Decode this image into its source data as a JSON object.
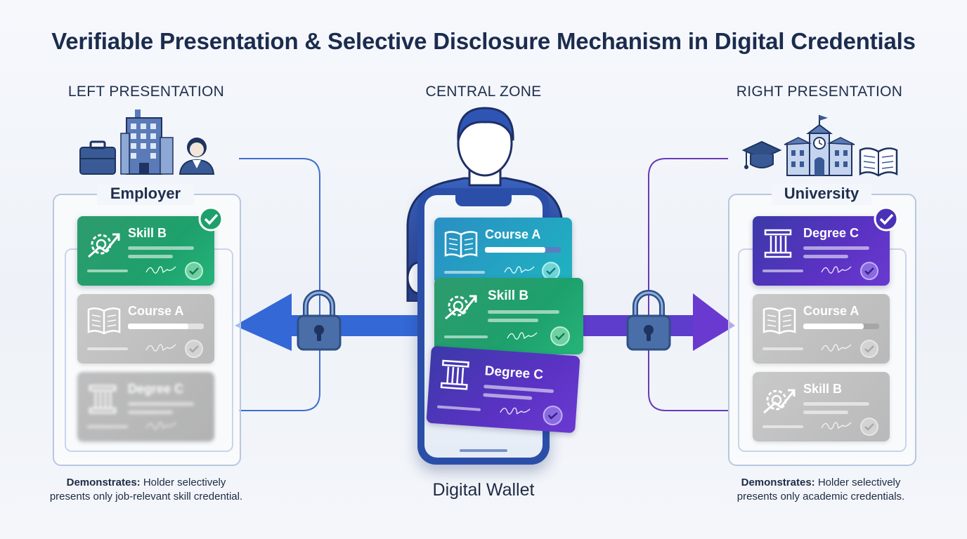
{
  "title": "Verifiable Presentation & Selective Disclosure Mechanism in Digital Credentials",
  "zones": {
    "left": "LEFT PRESENTATION",
    "center": "CENTRAL ZONE",
    "right": "RIGHT PRESENTATION"
  },
  "left_panel": {
    "entity": "Employer",
    "cards": [
      {
        "label": "Skill B",
        "state": "disclosed"
      },
      {
        "label": "Course A",
        "state": "hidden"
      },
      {
        "label": "Degree C",
        "state": "hidden"
      }
    ],
    "caption_bold": "Demonstrates:",
    "caption_line1": " Holder selectively",
    "caption_line2": "presents only job-relevant skill credential."
  },
  "center": {
    "wallet_cards": [
      {
        "label": "Course A"
      },
      {
        "label": "Skill B"
      },
      {
        "label": "Degree C"
      }
    ],
    "wallet_label": "Digital Wallet"
  },
  "right_panel": {
    "entity": "University",
    "cards": [
      {
        "label": "Degree C",
        "state": "disclosed"
      },
      {
        "label": "Course A",
        "state": "hidden"
      },
      {
        "label": "Skill B",
        "state": "hidden"
      }
    ],
    "caption_bold": "Demonstrates:",
    "caption_line1": " Holder selectively",
    "caption_line2": "presents only academic credentials."
  },
  "colors": {
    "title": "#1b2c4e",
    "left_arrow": "#3468d6",
    "right_arrow": "#6a3ad0",
    "skill_card": "#1ea06c",
    "course_card": "#1fb3c0",
    "degree_card": "#5b32c4",
    "lock": "#4a6ea8",
    "hidden_card": "#c2c2c2"
  },
  "icons": [
    "briefcase-icon",
    "office-building-icon",
    "businesswoman-icon",
    "graduation-cap-icon",
    "university-building-icon",
    "open-book-icon",
    "gear-growth-icon",
    "column-icon",
    "padlock-icon",
    "checkmark-badge-icon",
    "seal-icon",
    "signature-icon",
    "person-icon",
    "smartphone-icon"
  ]
}
